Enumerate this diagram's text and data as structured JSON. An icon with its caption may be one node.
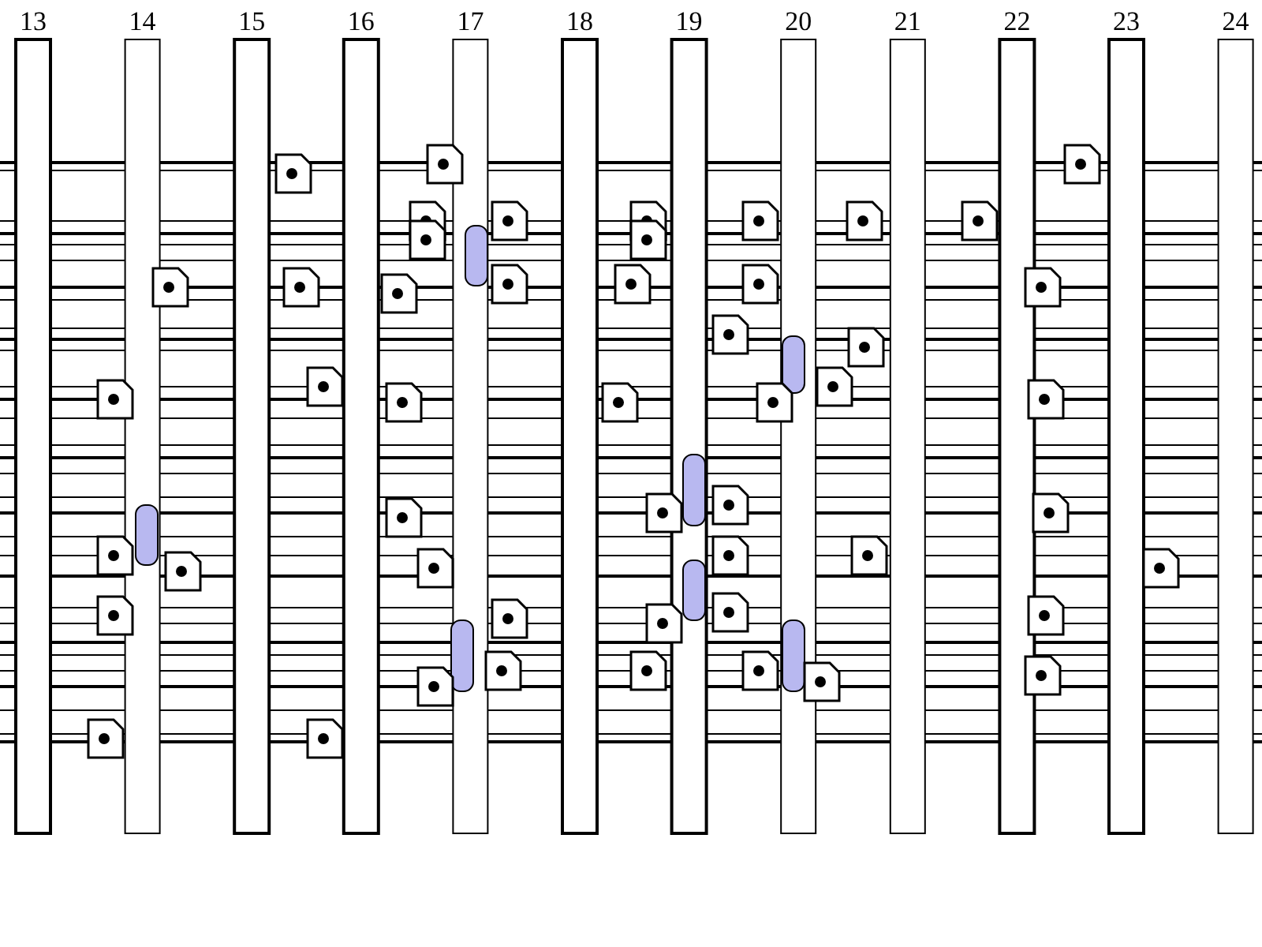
{
  "diagram": {
    "labels": [
      "13",
      "14",
      "15",
      "16",
      "17",
      "18",
      "19",
      "20",
      "21",
      "22",
      "23",
      "24"
    ]
  }
}
